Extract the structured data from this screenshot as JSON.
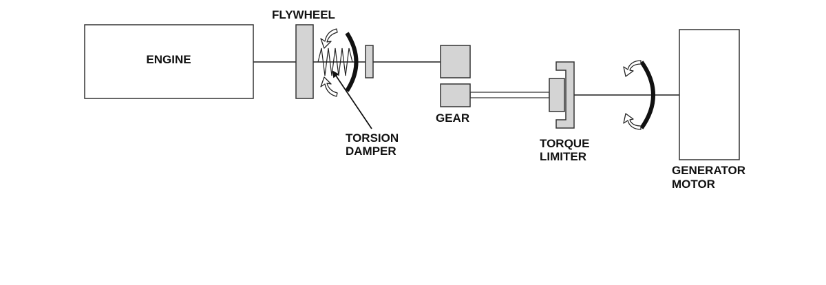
{
  "labels": {
    "engine": "ENGINE",
    "flywheel": "FLYWHEEL",
    "torsion_damper": [
      "TORSION",
      "DAMPER"
    ],
    "gear": "GEAR",
    "torque_limiter": [
      "TORQUE",
      "LIMITER"
    ],
    "generator_motor": [
      "GENERATOR",
      "MOTOR"
    ]
  },
  "colors": {
    "part_fill": "#d4d4d4",
    "outline": "#333333",
    "shaft": "#555555",
    "rotation_arrow": "#111111",
    "label_text": "#111111"
  },
  "icons": [
    "rotation-arrow-icon",
    "curved-arrow-icon",
    "zigzag-spring-icon",
    "pointer-arrow-icon"
  ]
}
